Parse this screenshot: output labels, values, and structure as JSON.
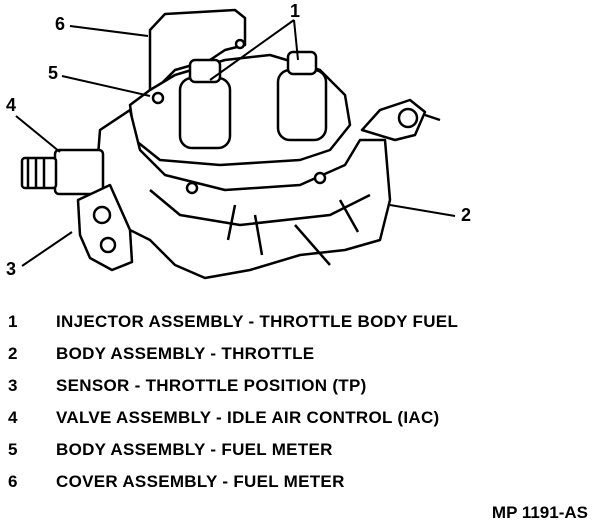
{
  "callouts": [
    "1",
    "2",
    "3",
    "4",
    "5",
    "6"
  ],
  "legend": [
    {
      "num": "1",
      "text": "INJECTOR ASSEMBLY - THROTTLE BODY FUEL"
    },
    {
      "num": "2",
      "text": "BODY ASSEMBLY - THROTTLE"
    },
    {
      "num": "3",
      "text": "SENSOR - THROTTLE POSITION (TP)"
    },
    {
      "num": "4",
      "text": "VALVE ASSEMBLY - IDLE AIR CONTROL (IAC)"
    },
    {
      "num": "5",
      "text": "BODY ASSEMBLY - FUEL METER"
    },
    {
      "num": "6",
      "text": "COVER ASSEMBLY - FUEL METER"
    }
  ],
  "figure_code": "MP 1191-AS"
}
